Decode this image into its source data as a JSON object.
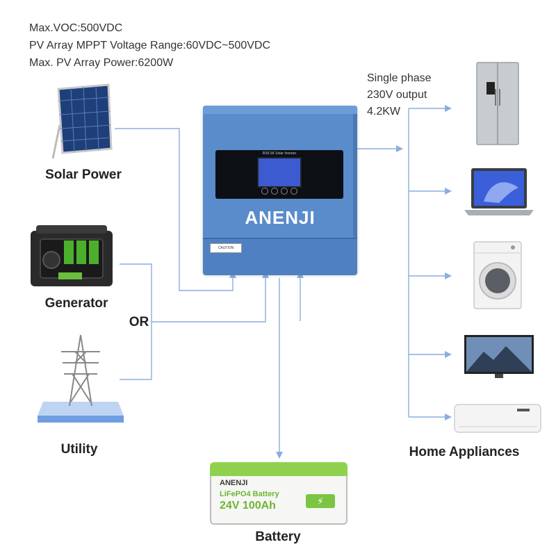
{
  "specs": {
    "line1": "Max.VOC:500VDC",
    "line2": "PV Array MPPT Voltage Range:60VDC~500VDC",
    "line3": "Max. PV Array Power:6200W"
  },
  "sources": {
    "solar": "Solar Power",
    "generator": "Generator",
    "or": "OR",
    "utility": "Utility",
    "battery": "Battery"
  },
  "output": {
    "line1": "Single phase",
    "line2": "230V output",
    "line3": "4.2KW"
  },
  "appliances_label": "Home Appliances",
  "inverter": {
    "brand": "ANENJI",
    "lcd_title": "RS6.5K Solar Inverter",
    "caution": "CAUTION"
  },
  "battery_label": {
    "brand": "ANENJI",
    "type": "LiFePO4 Battery",
    "spec": "24V 100Ah"
  },
  "colors": {
    "wire": "#8aaedd",
    "inverter": "#5a8ccc",
    "battery_green": "#8fd14f"
  },
  "icons": [
    "solar-panel-icon",
    "generator-icon",
    "transmission-tower-icon",
    "refrigerator-icon",
    "laptop-icon",
    "washing-machine-icon",
    "tv-icon",
    "air-conditioner-icon"
  ]
}
